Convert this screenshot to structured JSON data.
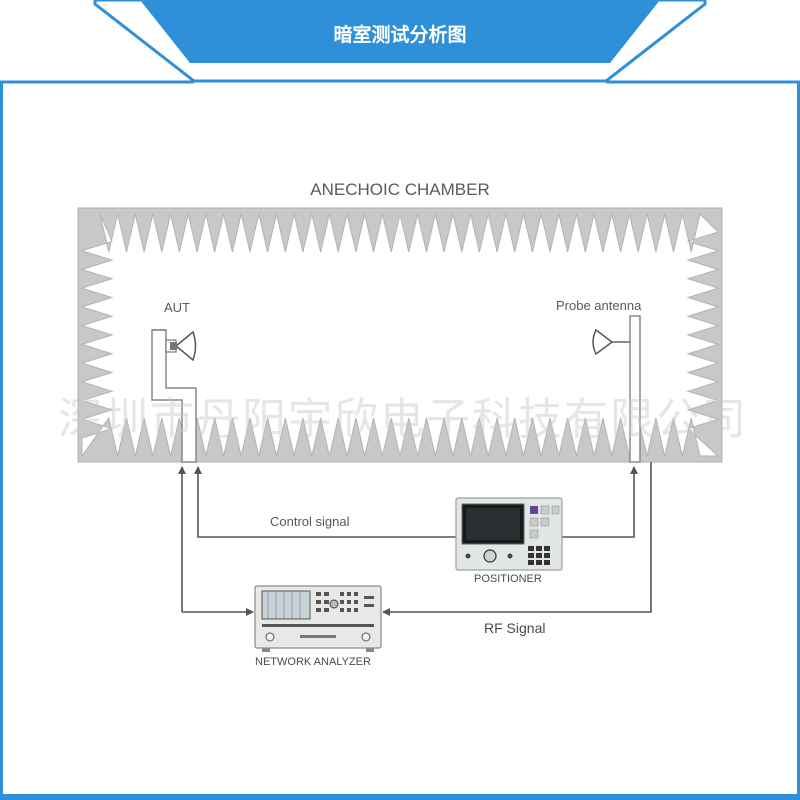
{
  "banner": {
    "title": "暗室测试分析图"
  },
  "diagram": {
    "chamber_label": "ANECHOIC CHAMBER",
    "aut_label": "AUT",
    "probe_label": "Probe antenna",
    "control_signal_label": "Control signal",
    "positioner_label": "POSITIONER",
    "rf_signal_label": "RF Signal",
    "network_analyzer_label": "NETWORK ANALYZER"
  },
  "watermark": {
    "text": "深圳市丹阳宇欣电子科技有限公司"
  },
  "colors": {
    "frame_blue": "#2f8fd8",
    "absorber_gray": "#c8c8c8",
    "line_gray": "#555555",
    "text_gray": "#5a5a5a"
  }
}
